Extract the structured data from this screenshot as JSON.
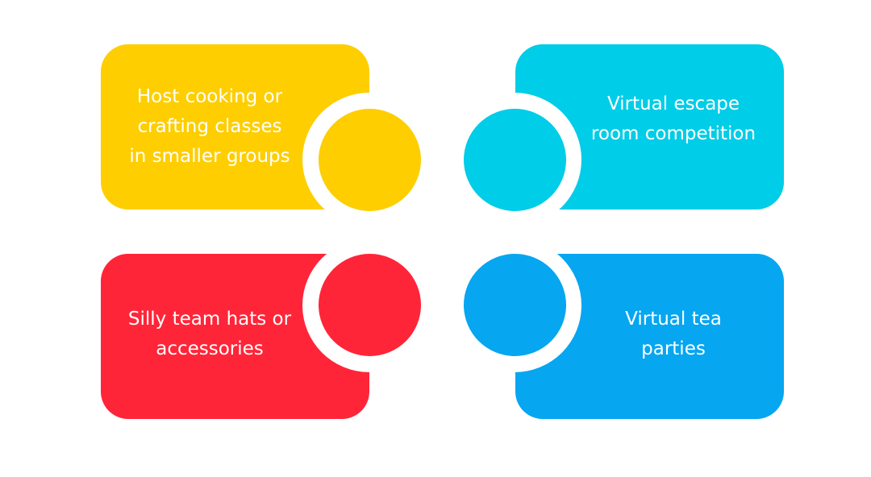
{
  "items": [
    {
      "id": "top-left",
      "text": "Host cooking or\ncrafting classes\nin smaller groups",
      "color": "#FECE00"
    },
    {
      "id": "top-right",
      "text": "Virtual escape\nroom competition",
      "color": "#00CDE7"
    },
    {
      "id": "bottom-left",
      "text": "Silly team hats or\naccessories",
      "color": "#FF2538"
    },
    {
      "id": "bottom-right",
      "text": "Virtual tea\nparties",
      "color": "#06A6F1"
    }
  ]
}
